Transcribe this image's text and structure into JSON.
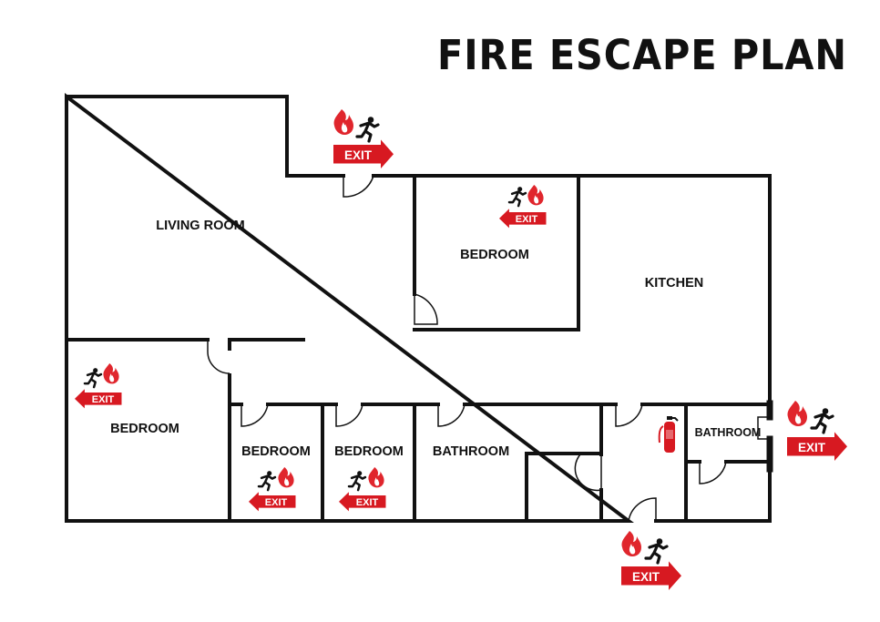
{
  "title": "FIRE ESCAPE PLAN",
  "colors": {
    "wall": "#111111",
    "exit_sign": "#d71921",
    "flame": "#e0262d",
    "extinguisher": "#d71921",
    "background": "#ffffff"
  },
  "rooms": {
    "living_room": "LIVING ROOM",
    "bedroom_top": "BEDROOM",
    "kitchen": "KITCHEN",
    "bedroom_left": "BEDROOM",
    "bedroom_small_1": "BEDROOM",
    "bedroom_small_2": "BEDROOM",
    "bathroom_main": "BATHROOM",
    "bathroom_small": "BATHROOM"
  },
  "exit_label": "EXIT",
  "icons": {
    "exit_sign": "exit-arrow-sign",
    "flame": "flame-icon",
    "runner": "running-person-icon",
    "extinguisher": "fire-extinguisher-icon",
    "door": "door-swing-icon"
  }
}
